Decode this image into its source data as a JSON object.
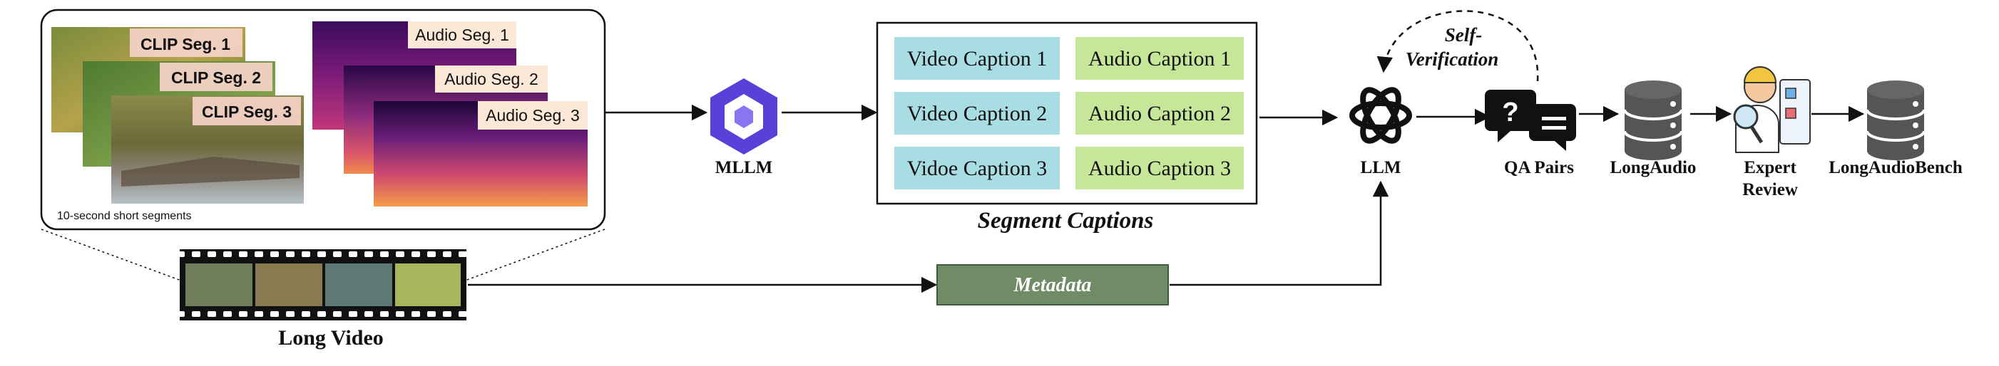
{
  "segments": {
    "clip": [
      "CLIP Seg. 1",
      "CLIP Seg. 2",
      "CLIP Seg. 3"
    ],
    "audio": [
      "Audio Seg. 1",
      "Audio Seg. 2",
      "Audio Seg. 3"
    ],
    "note": "10-second short segments"
  },
  "long_video": {
    "label": "Long Video"
  },
  "mllm": {
    "label": "MLLM"
  },
  "captions": {
    "title": "Segment Captions",
    "video": [
      "Video Caption 1",
      "Video Caption 2",
      "Vidoe Caption 3"
    ],
    "audio": [
      "Audio Caption 1",
      "Audio Caption 2",
      "Audio Caption 3"
    ]
  },
  "metadata": {
    "label": "Metadata"
  },
  "llm": {
    "label": "LLM"
  },
  "self_verification": {
    "line1": "Self-",
    "line2": "Verification"
  },
  "qa_pairs": {
    "label": "QA Pairs"
  },
  "longaudio": {
    "label": "LongAudio"
  },
  "expert_review": {
    "line1": "Expert",
    "line2": "Review"
  },
  "longaudiobench": {
    "label": "LongAudioBench"
  },
  "colors": {
    "video_caption_fill": "#a8dde3",
    "audio_caption_fill": "#c6e69a",
    "metadata_fill": "#6f8c67",
    "clip_label_fill": "#f6d2c8",
    "audio_label_fill": "#fbe8d6",
    "mllm_purple": "#5a3fd8",
    "database_gray": "#555555"
  }
}
